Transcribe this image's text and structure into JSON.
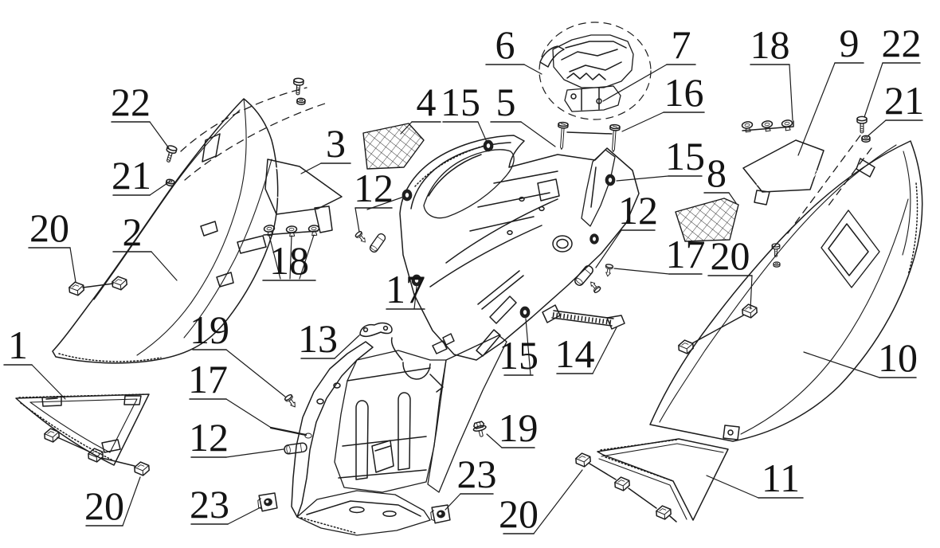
{
  "diagram": {
    "kind": "exploded-parts-line-drawing",
    "subject": "motorcycle rear body panels, tail covers and fasteners",
    "background_color": "#ffffff",
    "line_color": "#1c1c1c",
    "black_part_fill": "#161616",
    "callout_font_size": 50,
    "parts": [
      {
        "number": "1",
        "name": "left-lower-triangle-cover"
      },
      {
        "number": "2",
        "name": "left-tail-side-cover"
      },
      {
        "number": "3",
        "name": "left-black-insert-panel"
      },
      {
        "number": "4",
        "name": "left-mesh-grille"
      },
      {
        "number": "5",
        "name": "tail-center-garnish"
      },
      {
        "number": "6",
        "name": "taillight-assembly"
      },
      {
        "number": "7",
        "name": "taillight-bracket"
      },
      {
        "number": "8",
        "name": "right-mesh-grille"
      },
      {
        "number": "9",
        "name": "right-black-insert-panel"
      },
      {
        "number": "10",
        "name": "right-tail-side-cover"
      },
      {
        "number": "11",
        "name": "right-lower-triangle-cover"
      },
      {
        "number": "12",
        "name": "rubber-damper"
      },
      {
        "number": "13",
        "name": "under-seat-tray"
      },
      {
        "number": "14",
        "name": "cross-brace"
      },
      {
        "number": "15",
        "name": "rubber-grommet"
      },
      {
        "number": "16",
        "name": "long-screw"
      },
      {
        "number": "17",
        "name": "push-pin"
      },
      {
        "number": "18",
        "name": "oval-head-clip"
      },
      {
        "number": "19",
        "name": "flange-bolt"
      },
      {
        "number": "20",
        "name": "spring-clip-nut"
      },
      {
        "number": "21",
        "name": "hex-nut"
      },
      {
        "number": "22",
        "name": "pan-head-screw"
      },
      {
        "number": "23",
        "name": "clip-nut-plate"
      }
    ],
    "callouts": [
      {
        "label": "22",
        "underline": [
          140,
          188,
          153
        ],
        "leaders": [
          [
            [
              188,
              153
            ],
            [
              212,
              186
            ]
          ]
        ]
      },
      {
        "label": "21",
        "underline": [
          142,
          188,
          245
        ],
        "leaders": [
          [
            [
              188,
              245
            ],
            [
              213,
              228
            ]
          ]
        ]
      },
      {
        "label": "20",
        "underline": [
          36,
          88,
          311
        ],
        "leaders": [
          [
            [
              88,
              311
            ],
            [
              95,
              354
            ]
          ]
        ]
      },
      {
        "label": "2",
        "underline": [
          142,
          190,
          316
        ],
        "leaders": [
          [
            [
              190,
              316
            ],
            [
              222,
              352
            ]
          ]
        ]
      },
      {
        "label": "1",
        "underline": [
          5,
          40,
          458
        ],
        "leaders": [
          [
            [
              40,
              458
            ],
            [
              82,
              501
            ]
          ]
        ]
      },
      {
        "label": "18",
        "underline": [
          330,
          396,
          352
        ],
        "leaders": [
          [
            [
              352,
              350
            ],
            [
              338,
              296
            ]
          ],
          [
            [
              364,
              350
            ],
            [
              366,
              296
            ]
          ],
          [
            [
              376,
              350
            ],
            [
              394,
              295
            ]
          ]
        ]
      },
      {
        "label": "3",
        "underline": [
          403,
          440,
          205
        ],
        "leaders": [
          [
            [
              403,
              205
            ],
            [
              378,
              218
            ]
          ]
        ]
      },
      {
        "label": "4",
        "underline": [
          517,
          553,
          153
        ],
        "leaders": [
          [
            [
              517,
              153
            ],
            [
              503,
              168
            ]
          ]
        ]
      },
      {
        "label": "15",
        "underline": [
          556,
          600,
          153
        ],
        "leaders": [
          [
            [
              600,
              153
            ],
            [
              611,
              178
            ]
          ]
        ]
      },
      {
        "label": "5",
        "underline": [
          616,
          654,
          153
        ],
        "leaders": [
          [
            [
              654,
              153
            ],
            [
              697,
              184
            ]
          ]
        ]
      },
      {
        "label": "6",
        "underline": [
          610,
          658,
          81
        ],
        "leaders": [
          [
            [
              658,
              81
            ],
            [
              680,
              93
            ]
          ]
        ]
      },
      {
        "label": "7",
        "underline": [
          837,
          873,
          81
        ],
        "leaders": [
          [
            [
              837,
              81
            ],
            [
              757,
              127
            ]
          ]
        ]
      },
      {
        "label": "16",
        "underline": [
          833,
          884,
          141
        ],
        "leaders": [
          [
            [
              833,
              141
            ],
            [
              781,
              165
            ]
          ]
        ]
      },
      {
        "label": "15",
        "underline": [
          839,
          881,
          221
        ],
        "leaders": [
          [
            [
              839,
              221
            ],
            [
              774,
              227
            ]
          ]
        ]
      },
      {
        "label": "8",
        "underline": [
          884,
          915,
          242
        ],
        "leaders": [
          [
            [
              915,
              242
            ],
            [
              924,
              255
            ]
          ]
        ]
      },
      {
        "label": "12",
        "underline": [
          780,
          822,
          289
        ],
        "leaders": [
          [
            [
              780,
              289
            ],
            [
              748,
              336
            ]
          ]
        ]
      },
      {
        "label": "17",
        "underline": [
          840,
          881,
          344
        ],
        "leaders": [
          [
            [
              840,
              344
            ],
            [
              771,
              337
            ]
          ]
        ]
      },
      {
        "label": "20",
        "underline": [
          889,
          944,
          346
        ],
        "leaders": [
          [
            [
              944,
              346
            ],
            [
              942,
              388
            ]
          ]
        ]
      },
      {
        "label": "18",
        "underline": [
          942,
          991,
          81
        ],
        "leaders": [
          [
            [
              991,
              81
            ],
            [
              995,
              151
            ]
          ]
        ]
      },
      {
        "label": "9",
        "underline": [
          1048,
          1084,
          79
        ],
        "leaders": [
          [
            [
              1048,
              79
            ],
            [
              1002,
              195
            ]
          ]
        ]
      },
      {
        "label": "22",
        "underline": [
          1108,
          1155,
          79
        ],
        "leaders": [
          [
            [
              1108,
              79
            ],
            [
              1085,
              147
            ]
          ]
        ]
      },
      {
        "label": "21",
        "underline": [
          1112,
          1158,
          151
        ],
        "leaders": [
          [
            [
              1112,
              151
            ],
            [
              1089,
              171
            ]
          ]
        ]
      },
      {
        "label": "10",
        "underline": [
          1104,
          1150,
          474
        ],
        "leaders": [
          [
            [
              1104,
              474
            ],
            [
              1009,
              442
            ]
          ]
        ]
      },
      {
        "label": "11",
        "underline": [
          952,
          1008,
          625
        ],
        "leaders": [
          [
            [
              952,
              625
            ],
            [
              887,
              597
            ]
          ]
        ]
      },
      {
        "label": "12",
        "underline": [
          446,
          492,
          261
        ],
        "leaders": [
          [
            [
              446,
              261
            ],
            [
              451,
              291
            ]
          ],
          [
            [
              461,
              263
            ],
            [
              507,
              247
            ]
          ]
        ]
      },
      {
        "label": "17",
        "underline": [
          485,
          533,
          388
        ],
        "leaders": [
          [
            [
              520,
              388
            ],
            [
              523,
              360
            ]
          ]
        ]
      },
      {
        "label": "13",
        "underline": [
          378,
          420,
          450
        ],
        "leaders": [
          [
            [
              420,
              450
            ],
            [
              451,
              421
            ]
          ]
        ]
      },
      {
        "label": "15",
        "underline": [
          633,
          669,
          471
        ],
        "leaders": [
          [
            [
              666,
              471
            ],
            [
              660,
              400
            ]
          ]
        ]
      },
      {
        "label": "14",
        "underline": [
          699,
          744,
          469
        ],
        "leaders": [
          [
            [
              744,
              469
            ],
            [
              774,
              411
            ]
          ]
        ]
      },
      {
        "label": "19",
        "underline": [
          242,
          284,
          439
        ],
        "leaders": [
          [
            [
              284,
              439
            ],
            [
              358,
              498
            ]
          ]
        ]
      },
      {
        "label": "17",
        "underline": [
          238,
          284,
          501
        ],
        "leaders": [
          [
            [
              284,
              501
            ],
            [
              342,
              538
            ]
          ]
        ]
      },
      {
        "label": "12",
        "underline": [
          240,
          284,
          574
        ],
        "leaders": [
          [
            [
              284,
              574
            ],
            [
              356,
              564
            ]
          ]
        ]
      },
      {
        "label": "23",
        "underline": [
          240,
          286,
          658
        ],
        "leaders": [
          [
            [
              286,
              658
            ],
            [
              327,
              637
            ]
          ]
        ]
      },
      {
        "label": "20",
        "underline": [
          108,
          154,
          660
        ],
        "leaders": [
          [
            [
              154,
              660
            ],
            [
              176,
              599
            ]
          ]
        ]
      },
      {
        "label": "19",
        "underline": [
          630,
          671,
          562
        ],
        "leaders": [
          [
            [
              630,
              562
            ],
            [
              611,
              545
            ]
          ]
        ]
      },
      {
        "label": "23",
        "underline": [
          578,
          619,
          620
        ],
        "leaders": [
          [
            [
              578,
              620
            ],
            [
              559,
              640
            ]
          ]
        ]
      },
      {
        "label": "20",
        "underline": [
          632,
          670,
          670
        ],
        "leaders": [
          [
            [
              670,
              670
            ],
            [
              731,
              590
            ]
          ]
        ]
      }
    ]
  }
}
